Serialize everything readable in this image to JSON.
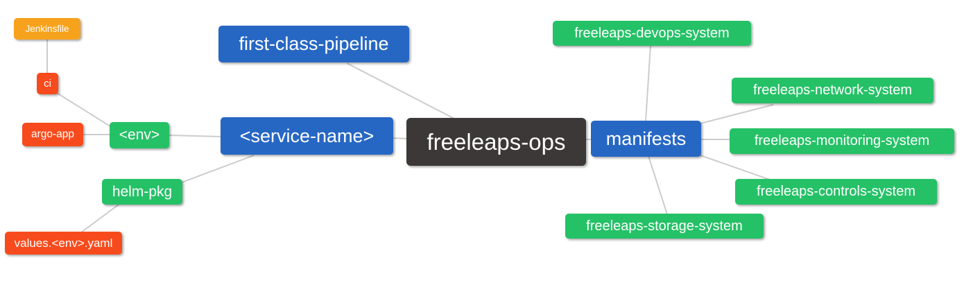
{
  "diagram": {
    "type": "mindmap",
    "root_label": "freeleaps-ops",
    "palette": {
      "background": "#FFFFFF",
      "edge_color": "#CCCCCC",
      "text_color": "#FFFFFF",
      "orange": "#F7A21C",
      "red": "#F84B1D",
      "green": "#25C167",
      "blue": "#2767C4",
      "dark": "#3B3837"
    },
    "nodes": [
      {
        "id": "jenkinsfile",
        "label": "Jenkinsfile",
        "color": "#F7A21C"
      },
      {
        "id": "ci",
        "label": "ci",
        "color": "#F84B1D"
      },
      {
        "id": "argo-app",
        "label": "argo-app",
        "color": "#F84B1D"
      },
      {
        "id": "env",
        "label": "<env>",
        "color": "#25C167"
      },
      {
        "id": "first-class-pipeline",
        "label": "first-class-pipeline",
        "color": "#2767C4"
      },
      {
        "id": "service-name",
        "label": "<service-name>",
        "color": "#2767C4"
      },
      {
        "id": "freeleaps-ops",
        "label": "freeleaps-ops",
        "color": "#3B3837"
      },
      {
        "id": "manifests",
        "label": "manifests",
        "color": "#2767C4"
      },
      {
        "id": "helm-pkg",
        "label": "helm-pkg",
        "color": "#25C167"
      },
      {
        "id": "values-env-yaml",
        "label": "values.<env>.yaml",
        "color": "#F84B1D"
      },
      {
        "id": "freeleaps-devops-system",
        "label": "freeleaps-devops-system",
        "color": "#25C167"
      },
      {
        "id": "freeleaps-network-system",
        "label": "freeleaps-network-system",
        "color": "#25C167"
      },
      {
        "id": "freeleaps-monitoring-system",
        "label": "freeleaps-monitoring-system",
        "color": "#25C167"
      },
      {
        "id": "freeleaps-controls-system",
        "label": "freeleaps-controls-system",
        "color": "#25C167"
      },
      {
        "id": "freeleaps-storage-system",
        "label": "freeleaps-storage-system",
        "color": "#25C167"
      }
    ],
    "edges": [
      [
        "freeleaps-ops",
        "first-class-pipeline"
      ],
      [
        "freeleaps-ops",
        "service-name"
      ],
      [
        "freeleaps-ops",
        "manifests"
      ],
      [
        "service-name",
        "env"
      ],
      [
        "service-name",
        "helm-pkg"
      ],
      [
        "env",
        "ci"
      ],
      [
        "env",
        "argo-app"
      ],
      [
        "ci",
        "jenkinsfile"
      ],
      [
        "helm-pkg",
        "values-env-yaml"
      ],
      [
        "manifests",
        "freeleaps-devops-system"
      ],
      [
        "manifests",
        "freeleaps-network-system"
      ],
      [
        "manifests",
        "freeleaps-monitoring-system"
      ],
      [
        "manifests",
        "freeleaps-controls-system"
      ],
      [
        "manifests",
        "freeleaps-storage-system"
      ]
    ]
  }
}
